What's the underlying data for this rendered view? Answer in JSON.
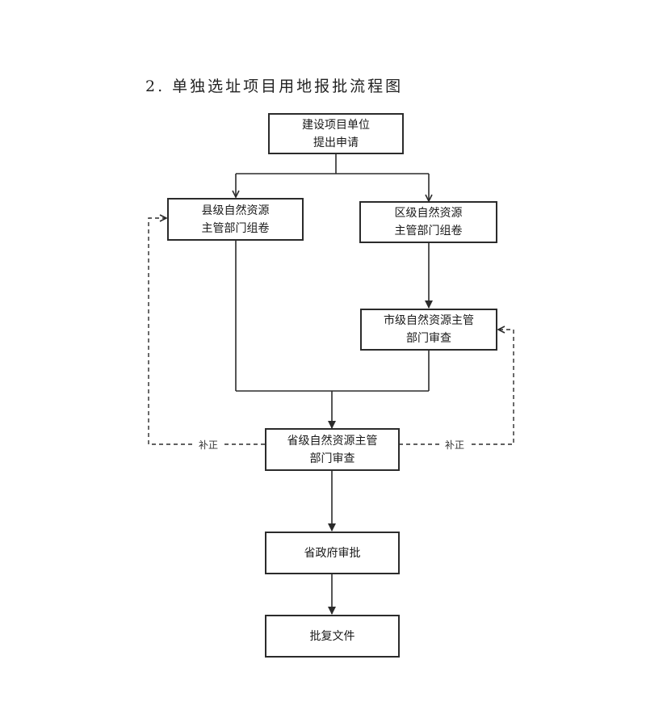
{
  "title": "2. 单独选址项目用地报批流程图",
  "nodes": {
    "apply": {
      "line1": "建设项目单位",
      "line2": "提出申请"
    },
    "county": {
      "line1": "县级自然资源",
      "line2": "主管部门组卷"
    },
    "district": {
      "line1": "区级自然资源",
      "line2": "主管部门组卷"
    },
    "city": {
      "line1": "市级自然资源主管",
      "line2": "部门审查"
    },
    "province": {
      "line1": "省级自然资源主管",
      "line2": "部门审查"
    },
    "gov": {
      "line1": "省政府审批"
    },
    "reply": {
      "line1": "批复文件"
    }
  },
  "feedback": {
    "left": "补正",
    "right": "补正"
  }
}
